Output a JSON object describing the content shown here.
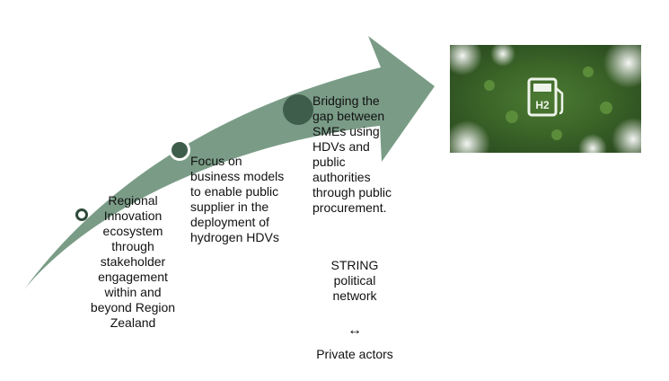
{
  "steps": [
    {
      "text": "Regional Innovation ecosystem through stakeholder engagement within and beyond Region Zealand"
    },
    {
      "text": "Focus on business models to enable public supplier in the deployment of hydrogen HDVs"
    },
    {
      "text": "Bridging the gap between SMEs using HDVs and public authorities through public procurement."
    }
  ],
  "side_panel": {
    "network_label": "STRING political network",
    "exchange_symbol": "↔",
    "actors_label": "Private actors"
  },
  "image": {
    "station_icon": "hydrogen-fuel-pump-icon",
    "icon_text": "H2"
  },
  "colors": {
    "arrow": "#7a9c86",
    "dot": "#3f5d4b",
    "forest": "#3f6b2e"
  }
}
